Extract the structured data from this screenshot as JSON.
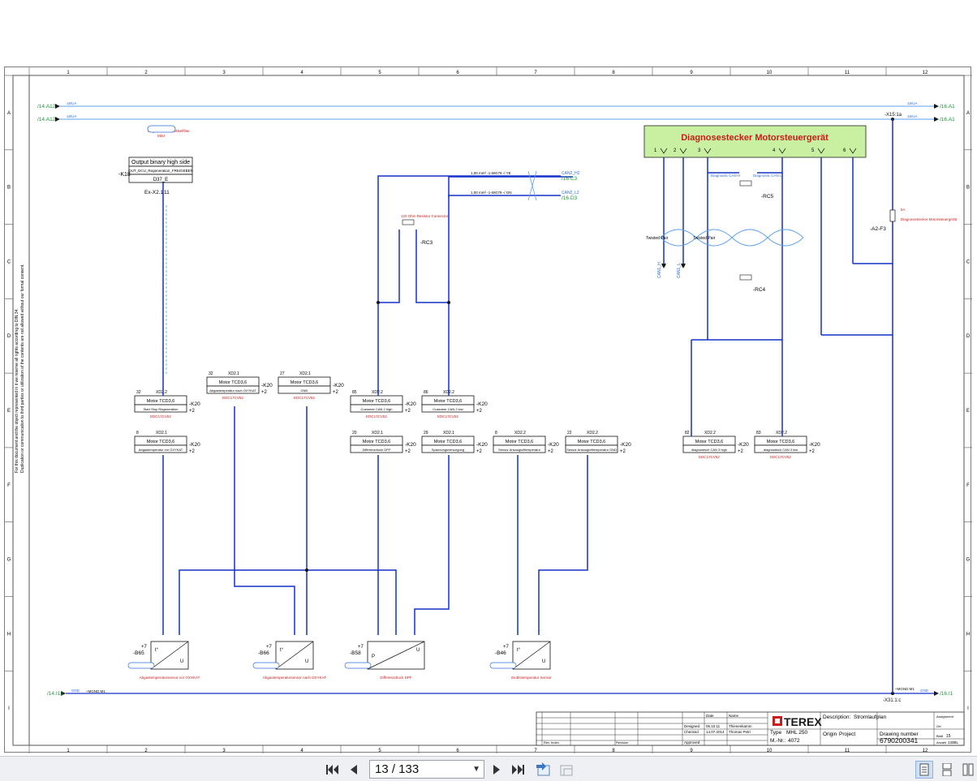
{
  "colors": {
    "wire": "#1531c8",
    "label": "#2f6fe0",
    "red": "#cc1b1b",
    "box_fill": "#c8f0a0",
    "frame": "#555555"
  },
  "columns": [
    "1",
    "2",
    "3",
    "4",
    "5",
    "6",
    "7",
    "8",
    "9",
    "10",
    "11",
    "12"
  ],
  "rows": [
    "A",
    "B",
    "C",
    "D",
    "E",
    "F",
    "G",
    "H",
    "I"
  ],
  "legal_note": {
    "line1": "For this document and the object represented in it we reserve all rights according to DIN 34.",
    "line2": "Duplication or communication to third parties or utilization of the contents are not allowed without our formal consent."
  },
  "rails": {
    "top1_ref_left": "/14.A12",
    "top1_ref_right": "/16.A1",
    "top1_wire": "18/UA",
    "top2_ref_left": "/14.A12",
    "top2_ref_right": "/16.A1",
    "top2_wire": "18/UA",
    "x15": "-X15:1a",
    "bottom_ref_left": "/14.I12",
    "bottom_ref_right": "/16.I1",
    "bottom_wire": "GND",
    "x31": "-X31:1:c",
    "bottom_mid": "+MGND:M1"
  },
  "diag_connector": {
    "title": "Diagnosestecker Motorsteuergerät",
    "pins": [
      "1",
      "2",
      "3",
      "4",
      "5",
      "6"
    ],
    "ref_rc5": "-RC5",
    "ref_rc4": "-RC4",
    "twisted_pair_1": "Twisted Pair",
    "twisted_pair_2": "Twisted Pair",
    "fuse_ref": "-A2-F3",
    "fuse_note1": "5A",
    "fuse_note2": "Diagnosestecker Motorsteuergerät",
    "can_h": "CAN1_H",
    "can_l": "CAN1_L",
    "diag_can_h": "Diagnostic CAN H",
    "diag_can_l": "Diagnostic CAN L"
  },
  "k18": {
    "ref": "-K18",
    "header": "Output binary high side",
    "signal": "OUT_DCU_Regeneration_FREIGEBEN",
    "pin": "D37_E",
    "conn": "Ex-X2.1",
    "pin_no": "11",
    "note1": "Regeneration Partikelfilter",
    "note2": "MDJ",
    "link": "https://brus.terex.."
  },
  "motor_modules_top": [
    {
      "id": "m1",
      "title": "Motor TCD3,6",
      "sub": "Start Stop Regeneration",
      "ref": "-K20",
      "conn": "XD2.2",
      "pin": "32",
      "ecu": "EDC17CV52"
    },
    {
      "id": "m2",
      "title": "Motor TCD3,6",
      "sub": "Abgastemperatur nach OXYKAT",
      "ref": "-K20",
      "conn": "XD2.1",
      "pin": "32",
      "ecu": "EDC17CV52"
    },
    {
      "id": "m3",
      "title": "Motor TCD3,6",
      "sub": "GND",
      "ref": "-K20",
      "conn": "XD2.1",
      "pin": "27",
      "ecu": "EDC17CV52"
    },
    {
      "id": "m4",
      "title": "Motor TCD3,6",
      "sub": "Customer CAN 2 high",
      "ref": "-K20",
      "conn": "XD2.2",
      "pin": "85",
      "ecu": "EDC17CV52"
    },
    {
      "id": "m5",
      "title": "Motor TCD3,6",
      "sub": "Customer CAN 2 low",
      "ref": "-K20",
      "conn": "XD2.2",
      "pin": "86",
      "ecu": "EDC17CV52"
    },
    {
      "id": "m6",
      "title": "Motor TCD3,6",
      "sub": "diagnostisch CAN 3 high",
      "ref": "-K20",
      "conn": "XD2.2",
      "pin": "82",
      "ecu": "EDC17CV52"
    },
    {
      "id": "m7",
      "title": "Motor TCD3,6",
      "sub": "diagnostisch CAN 3 low",
      "ref": "-K20",
      "conn": "XD2.2",
      "pin": "83",
      "ecu": "EDC17CV52"
    }
  ],
  "motor_modules_mid": [
    {
      "id": "n1",
      "title": "Motor TCD3,6",
      "sub": "Abgastemperatur vor OXYKAT",
      "ref": "-K20",
      "conn": "XD2.1",
      "pin": "8"
    },
    {
      "id": "n2",
      "title": "Motor TCD3,6",
      "sub": "Differenzdruck DPF",
      "ref": "-K20",
      "conn": "XD2.1",
      "pin": "20"
    },
    {
      "id": "n3",
      "title": "Motor TCD3,6",
      "sub": "Spannungsversorgung",
      "ref": "-K20",
      "conn": "XD2.1",
      "pin": "29"
    },
    {
      "id": "n4",
      "title": "Motor TCD3,6",
      "sub": "Sensor Ansauglufttemperatur",
      "ref": "-K20",
      "conn": "XD2.2",
      "pin": "8"
    },
    {
      "id": "n5",
      "title": "Motor TCD3,6",
      "sub": "Sensor Ansauglufttemperatur GND",
      "ref": "-K20",
      "conn": "XD2.2",
      "pin": "22"
    }
  ],
  "sensors": [
    {
      "id": "b65",
      "ref": "-B65",
      "caption": "Abgastemperatursensor vor OXYKAT",
      "pos": "+7",
      "kind": "temp"
    },
    {
      "id": "b66",
      "ref": "-B66",
      "caption": "Abgastemperatursensor nach OXYKAT",
      "pos": "+7",
      "kind": "temp"
    },
    {
      "id": "b58",
      "ref": "-B58",
      "caption": "Differenzdruck DPF",
      "pos": "+7",
      "kind": "press"
    },
    {
      "id": "b46",
      "ref": "-B46",
      "caption": "Einblstemperatur Sensor",
      "pos": "+7",
      "kind": "temp"
    }
  ],
  "can_refs": {
    "rc3": "-RC3",
    "resistor_note": "120 Ohm Resistor Connector",
    "can2_h": "CAN2_H2",
    "can2_l": "CAN2_L2",
    "ref_c3": "/16.C3",
    "ref_d3": "/16.D3",
    "wire1": "1,00 mm² -1-WG79 -/ YE",
    "wire2": "1,00 mm² -1-WG79 -/ GN"
  },
  "title_block": {
    "date_label": "Date",
    "name_label": "Name",
    "designed_label": "Designed",
    "designed_date": "05.10.11",
    "designed_name": "Thienenkamm",
    "checked_label": "Checked",
    "checked_date": "14.07.2014",
    "checked_name": "Thomas Petri",
    "approved_label": "Approved",
    "rev_label": "Rev. Index",
    "rev_value": "Revision",
    "company": "TEREX",
    "description_label": "Description:",
    "description": "Stromlaufplan",
    "type_label": "Type",
    "type_value": "MHL 250",
    "mnr_label": "M.-Nr.:",
    "mnr_value": "4072",
    "origin_label": "Origin",
    "origin_value": "Project",
    "drawing_label": "Drawing number",
    "drawing_value": "6790200341",
    "sheet_label": "Blatt",
    "sheet_value": "15",
    "total_label": "Anzahl",
    "total_value": "133BL",
    "assignment_label": "Assignment",
    "location_label": "Ort"
  },
  "toolbar": {
    "page_display": "13 / 133",
    "first": "first-page",
    "prev": "prev-page",
    "next": "next-page",
    "last": "last-page"
  }
}
